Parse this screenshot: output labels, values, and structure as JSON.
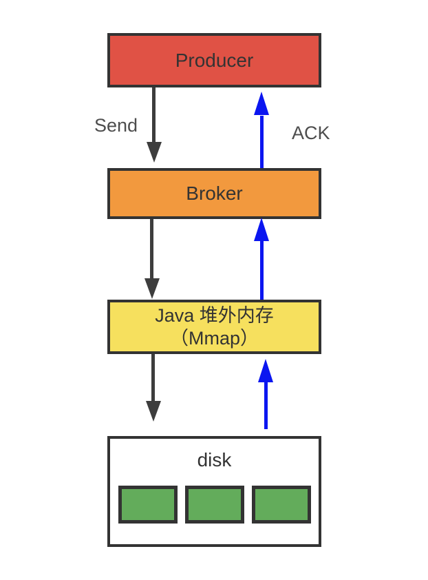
{
  "diagram": {
    "nodes": {
      "producer": {
        "label": "Producer",
        "fill": "#E05245"
      },
      "broker": {
        "label": "Broker",
        "fill": "#F2993E"
      },
      "offheap": {
        "label_line1": "Java 堆外内存",
        "label_line2": "（Mmap）",
        "fill": "#F6E05E"
      },
      "disk": {
        "label": "disk",
        "fill": "#FFFFFF",
        "segment_count": 3,
        "segment_fill": "#63AC5B"
      }
    },
    "edge_labels": {
      "send": "Send",
      "ack": "ACK"
    },
    "edges": [
      {
        "from": "Producer",
        "to": "Broker",
        "label": "Send",
        "direction": "down",
        "color": "#3D3D3D"
      },
      {
        "from": "Broker",
        "to": "Producer",
        "label": "ACK",
        "direction": "up",
        "color": "#0B16F0"
      },
      {
        "from": "Broker",
        "to": "Java 堆外内存（Mmap）",
        "label": "",
        "direction": "down",
        "color": "#3D3D3D"
      },
      {
        "from": "Java 堆外内存（Mmap）",
        "to": "Broker",
        "label": "",
        "direction": "up",
        "color": "#0B16F0"
      },
      {
        "from": "Java 堆外内存（Mmap）",
        "to": "disk",
        "label": "",
        "direction": "down",
        "color": "#3D3D3D"
      },
      {
        "from": "disk",
        "to": "Java 堆外内存（Mmap）",
        "label": "",
        "direction": "up",
        "color": "#0B16F0"
      }
    ],
    "colors": {
      "background": "#FFFFFF",
      "node_border": "#333333",
      "node_text": "#333333",
      "edge_label_text": "#4D4D4D",
      "down_arrow": "#3D3D3D",
      "up_arrow": "#0B16F0"
    }
  }
}
